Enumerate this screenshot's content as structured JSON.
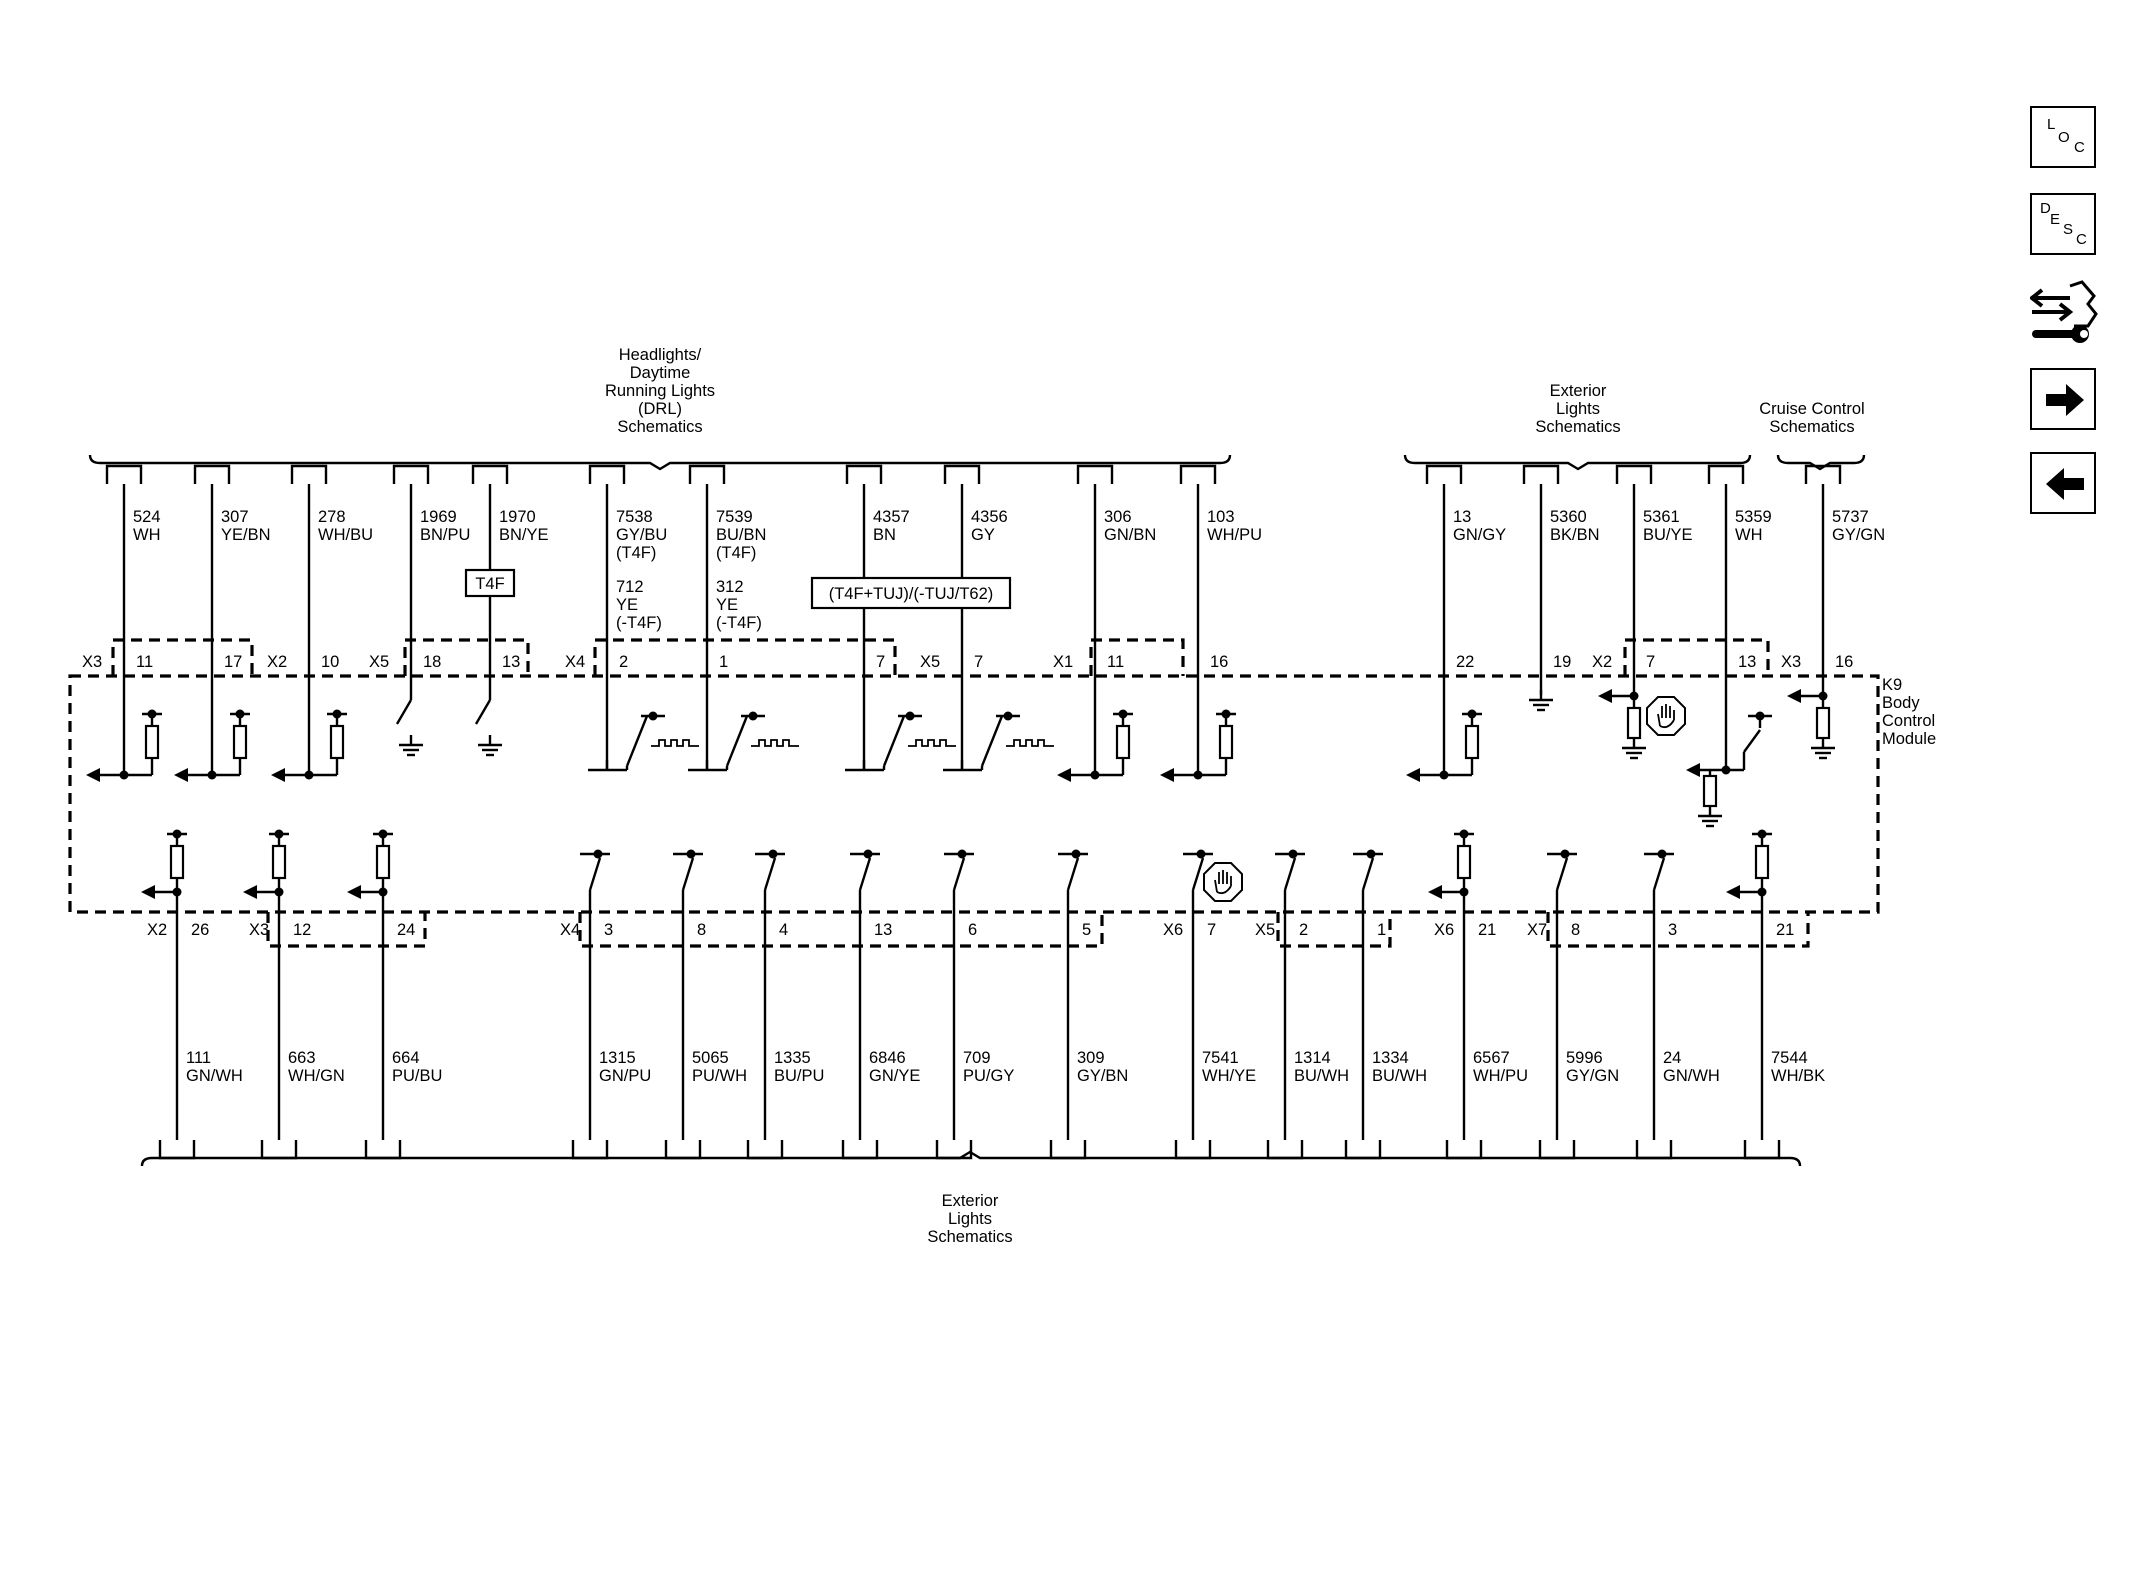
{
  "module": {
    "label": [
      "K9",
      "Body",
      "Control",
      "Module"
    ]
  },
  "groups": {
    "headlights": [
      "Headlights/",
      "Daytime",
      "Running Lights",
      "(DRL)",
      "Schematics"
    ],
    "exterior_top": [
      "Exterior",
      "Lights",
      "Schematics"
    ],
    "cruise": [
      "Cruise Control",
      "Schematics"
    ],
    "exterior_bottom": [
      "Exterior",
      "Lights",
      "Schematics"
    ]
  },
  "option_boxes": {
    "t4f": "T4F",
    "combo": "(T4F+TUJ)/(-TUJ/T62)"
  },
  "top_circuits": [
    {
      "circuit": "524",
      "color": "WH",
      "connector": "X3",
      "pin": "11"
    },
    {
      "circuit": "307",
      "color": "YE/BN",
      "connector": "",
      "pin": "17"
    },
    {
      "circuit": "278",
      "color": "WH/BU",
      "connector": "X2",
      "pin": "10"
    },
    {
      "circuit": "1969",
      "color": "BN/PU",
      "connector": "X5",
      "pin": "18"
    },
    {
      "circuit": "1970",
      "color": "BN/YE",
      "connector": "",
      "pin": "13"
    },
    {
      "circuit": "7538",
      "color": "GY/BU",
      "option": "(T4F)",
      "alt_circuit": "712",
      "alt_color": "YE",
      "alt_option": "(-T4F)",
      "connector": "X4",
      "pin": "2"
    },
    {
      "circuit": "7539",
      "color": "BU/BN",
      "option": "(T4F)",
      "alt_circuit": "312",
      "alt_color": "YE",
      "alt_option": "(-T4F)",
      "connector": "",
      "pin": "1"
    },
    {
      "circuit": "4357",
      "color": "BN",
      "connector": "",
      "pin": "7"
    },
    {
      "circuit": "4356",
      "color": "GY",
      "connector": "X5",
      "pin": "7"
    },
    {
      "circuit": "306",
      "color": "GN/BN",
      "connector": "X1",
      "pin": "11"
    },
    {
      "circuit": "103",
      "color": "WH/PU",
      "connector": "",
      "pin": "16"
    },
    {
      "circuit": "13",
      "color": "GN/GY",
      "connector": "",
      "pin": "22"
    },
    {
      "circuit": "5360",
      "color": "BK/BN",
      "connector": "",
      "pin": "19"
    },
    {
      "circuit": "5361",
      "color": "BU/YE",
      "connector": "X2",
      "pin": "7"
    },
    {
      "circuit": "5359",
      "color": "WH",
      "connector": "",
      "pin": "13"
    },
    {
      "circuit": "5737",
      "color": "GY/GN",
      "connector": "X3",
      "pin": "16"
    }
  ],
  "bottom_circuits": [
    {
      "circuit": "111",
      "color": "GN/WH",
      "connector": "X2",
      "pin": "26"
    },
    {
      "circuit": "663",
      "color": "WH/GN",
      "connector": "X3",
      "pin": "12"
    },
    {
      "circuit": "664",
      "color": "PU/BU",
      "connector": "",
      "pin": "24"
    },
    {
      "circuit": "1315",
      "color": "GN/PU",
      "connector": "X4",
      "pin": "3"
    },
    {
      "circuit": "5065",
      "color": "PU/WH",
      "connector": "",
      "pin": "8"
    },
    {
      "circuit": "1335",
      "color": "BU/PU",
      "connector": "",
      "pin": "4"
    },
    {
      "circuit": "6846",
      "color": "GN/YE",
      "connector": "",
      "pin": "13"
    },
    {
      "circuit": "709",
      "color": "PU/GY",
      "connector": "",
      "pin": "6"
    },
    {
      "circuit": "309",
      "color": "GY/BN",
      "connector": "",
      "pin": "5"
    },
    {
      "circuit": "7541",
      "color": "WH/YE",
      "connector": "X6",
      "pin": "7"
    },
    {
      "circuit": "1314",
      "color": "BU/WH",
      "connector": "X5",
      "pin": "2"
    },
    {
      "circuit": "1334",
      "color": "BU/WH",
      "connector": "",
      "pin": "1"
    },
    {
      "circuit": "6567",
      "color": "WH/PU",
      "connector": "X6",
      "pin": "21"
    },
    {
      "circuit": "5996",
      "color": "GY/GN",
      "connector": "X7",
      "pin": "8"
    },
    {
      "circuit": "24",
      "color": "GN/WH",
      "connector": "",
      "pin": "3"
    },
    {
      "circuit": "7544",
      "color": "WH/BK",
      "connector": "",
      "pin": "21"
    }
  ],
  "toolbar": {
    "loc": {
      "letters": [
        "L",
        "O",
        "C"
      ],
      "icon": "loc-icon"
    },
    "desc": {
      "letters": [
        "D",
        "E",
        "S",
        "C"
      ],
      "icon": "desc-icon"
    },
    "connector": {
      "icon": "connector-wrench-icon"
    },
    "next": {
      "icon": "arrow-right-icon"
    },
    "prev": {
      "icon": "arrow-left-icon"
    }
  }
}
